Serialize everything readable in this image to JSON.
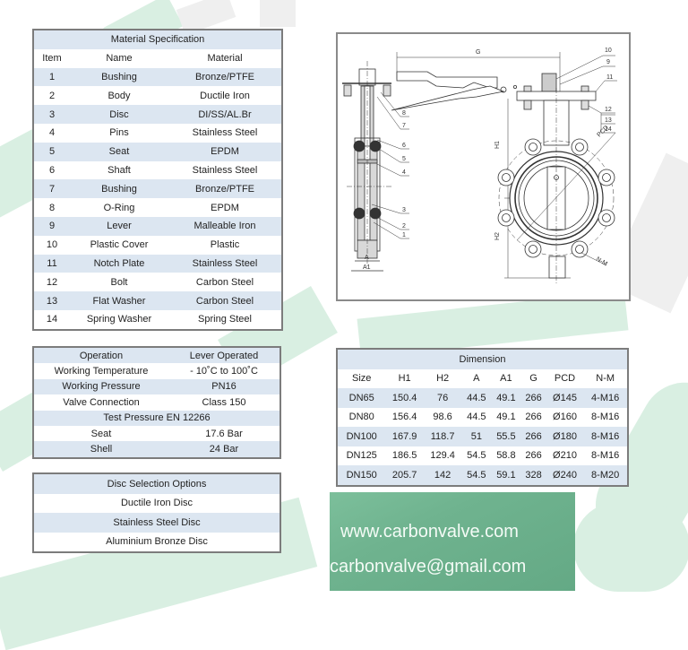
{
  "material_specification": {
    "title": "Material Specification",
    "headers": [
      "Item",
      "Name",
      "Material"
    ],
    "rows": [
      [
        "1",
        "Bushing",
        "Bronze/PTFE"
      ],
      [
        "2",
        "Body",
        "Ductile Iron"
      ],
      [
        "3",
        "Disc",
        "DI/SS/AL.Br"
      ],
      [
        "4",
        "Pins",
        "Stainless Steel"
      ],
      [
        "5",
        "Seat",
        "EPDM"
      ],
      [
        "6",
        "Shaft",
        "Stainless Steel"
      ],
      [
        "7",
        "Bushing",
        "Bronze/PTFE"
      ],
      [
        "8",
        "O-Ring",
        "EPDM"
      ],
      [
        "9",
        "Lever",
        "Malleable Iron"
      ],
      [
        "10",
        "Plastic Cover",
        "Plastic"
      ],
      [
        "11",
        "Notch Plate",
        "Stainless Steel"
      ],
      [
        "12",
        "Bolt",
        "Carbon Steel"
      ],
      [
        "13",
        "Flat Washer",
        "Carbon Steel"
      ],
      [
        "14",
        "Spring Washer",
        "Spring Steel"
      ]
    ]
  },
  "operation": {
    "rows": [
      [
        "Operation",
        "Lever Operated"
      ],
      [
        "Working Temperature",
        "- 10˚C to 100˚C"
      ],
      [
        "Working Pressure",
        "PN16"
      ],
      [
        "Valve Connection",
        "Class 150"
      ]
    ],
    "test_pressure_title": "Test Pressure EN 12266",
    "test_rows": [
      [
        "Seat",
        "17.6 Bar"
      ],
      [
        "Shell",
        "24 Bar"
      ]
    ]
  },
  "disc_selection": {
    "title": "Disc Selection Options",
    "options": [
      "Ductile Iron Disc",
      "Stainless Steel Disc",
      "Aluminium Bronze Disc"
    ]
  },
  "dimension": {
    "title": "Dimension",
    "headers": [
      "Size",
      "H1",
      "H2",
      "A",
      "A1",
      "G",
      "PCD",
      "N-M"
    ],
    "rows": [
      [
        "DN65",
        "150.4",
        "76",
        "44.5",
        "49.1",
        "266",
        "Ø145",
        "4-M16"
      ],
      [
        "DN80",
        "156.4",
        "98.6",
        "44.5",
        "49.1",
        "266",
        "Ø160",
        "8-M16"
      ],
      [
        "DN100",
        "167.9",
        "118.7",
        "51",
        "55.5",
        "266",
        "Ø180",
        "8-M16"
      ],
      [
        "DN125",
        "186.5",
        "129.4",
        "54.5",
        "58.8",
        "266",
        "Ø210",
        "8-M16"
      ],
      [
        "DN150",
        "205.7",
        "142",
        "54.5",
        "59.1",
        "328",
        "Ø240",
        "8-M20"
      ]
    ]
  },
  "drawing": {
    "dimension_labels": {
      "g": "G",
      "h1": "H1",
      "h2": "H2",
      "a": "A",
      "a1": "A1",
      "pcd": "PCD",
      "nm": "N-M"
    },
    "part_callouts": [
      "1",
      "2",
      "3",
      "4",
      "5",
      "6",
      "7",
      "8",
      "9",
      "10",
      "11",
      "12",
      "13",
      "14"
    ]
  },
  "contact": {
    "website": "www.carbonvalve.com",
    "email": "carbonvalve@gmail.com"
  },
  "colors": {
    "band": "#dce6f1",
    "border": "#7c7c7c",
    "contact_green": "#6fb38f",
    "watermark_green": "#d9efe2"
  }
}
